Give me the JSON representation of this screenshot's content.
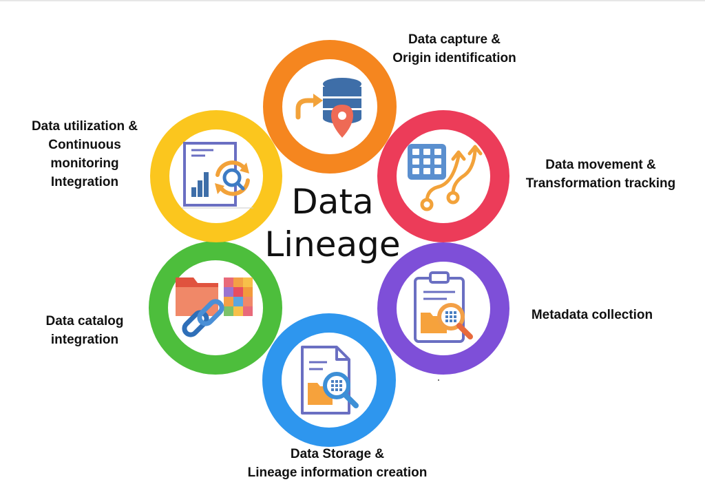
{
  "title": {
    "line1": "Data",
    "line2": "Lineage"
  },
  "stages": [
    {
      "id": "capture",
      "lines": [
        "Data capture &",
        "Origin identification"
      ],
      "color": "#F5861F",
      "icon": "database-location-icon"
    },
    {
      "id": "movement",
      "lines": [
        "Data movement &",
        "Transformation tracking"
      ],
      "color": "#EC3C59",
      "icon": "grid-flow-arrows-icon"
    },
    {
      "id": "metadata",
      "lines": [
        "Metadata collection"
      ],
      "color": "#7E4FD8",
      "icon": "clipboard-search-icon"
    },
    {
      "id": "storage",
      "lines": [
        "Data Storage &",
        "Lineage information creation"
      ],
      "color": "#2E96EE",
      "icon": "document-search-icon"
    },
    {
      "id": "catalog",
      "lines": [
        "Data catalog",
        "integration"
      ],
      "color": "#4DBE3C",
      "icon": "folder-link-icon"
    },
    {
      "id": "utilization",
      "lines": [
        "Data utilization &",
        "Continuous",
        "monitoring",
        "Integration"
      ],
      "color": "#FBC61E",
      "icon": "report-refresh-search-icon"
    }
  ]
}
